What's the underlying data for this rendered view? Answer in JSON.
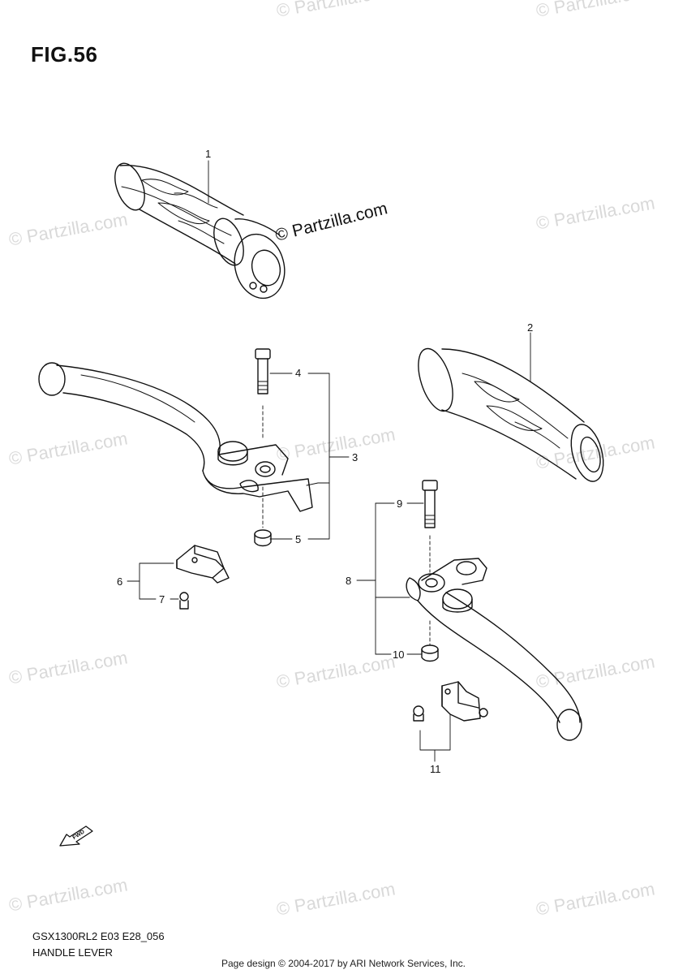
{
  "figure": {
    "title": "FIG.56"
  },
  "watermark": {
    "main": "© Partzilla.com",
    "repeat": "© Partzilla.com"
  },
  "callouts": {
    "c1": "1",
    "c2": "2",
    "c3": "3",
    "c4": "4",
    "c5": "5",
    "c6": "6",
    "c7": "7",
    "c8": "8",
    "c9": "9",
    "c10": "10",
    "c11": "11"
  },
  "footer": {
    "code": "GSX1300RL2 E03 E28_056",
    "name": "HANDLE LEVER",
    "credit": "Page design © 2004-2017 by ARI Network Services, Inc."
  },
  "arrow_label": "FWD"
}
